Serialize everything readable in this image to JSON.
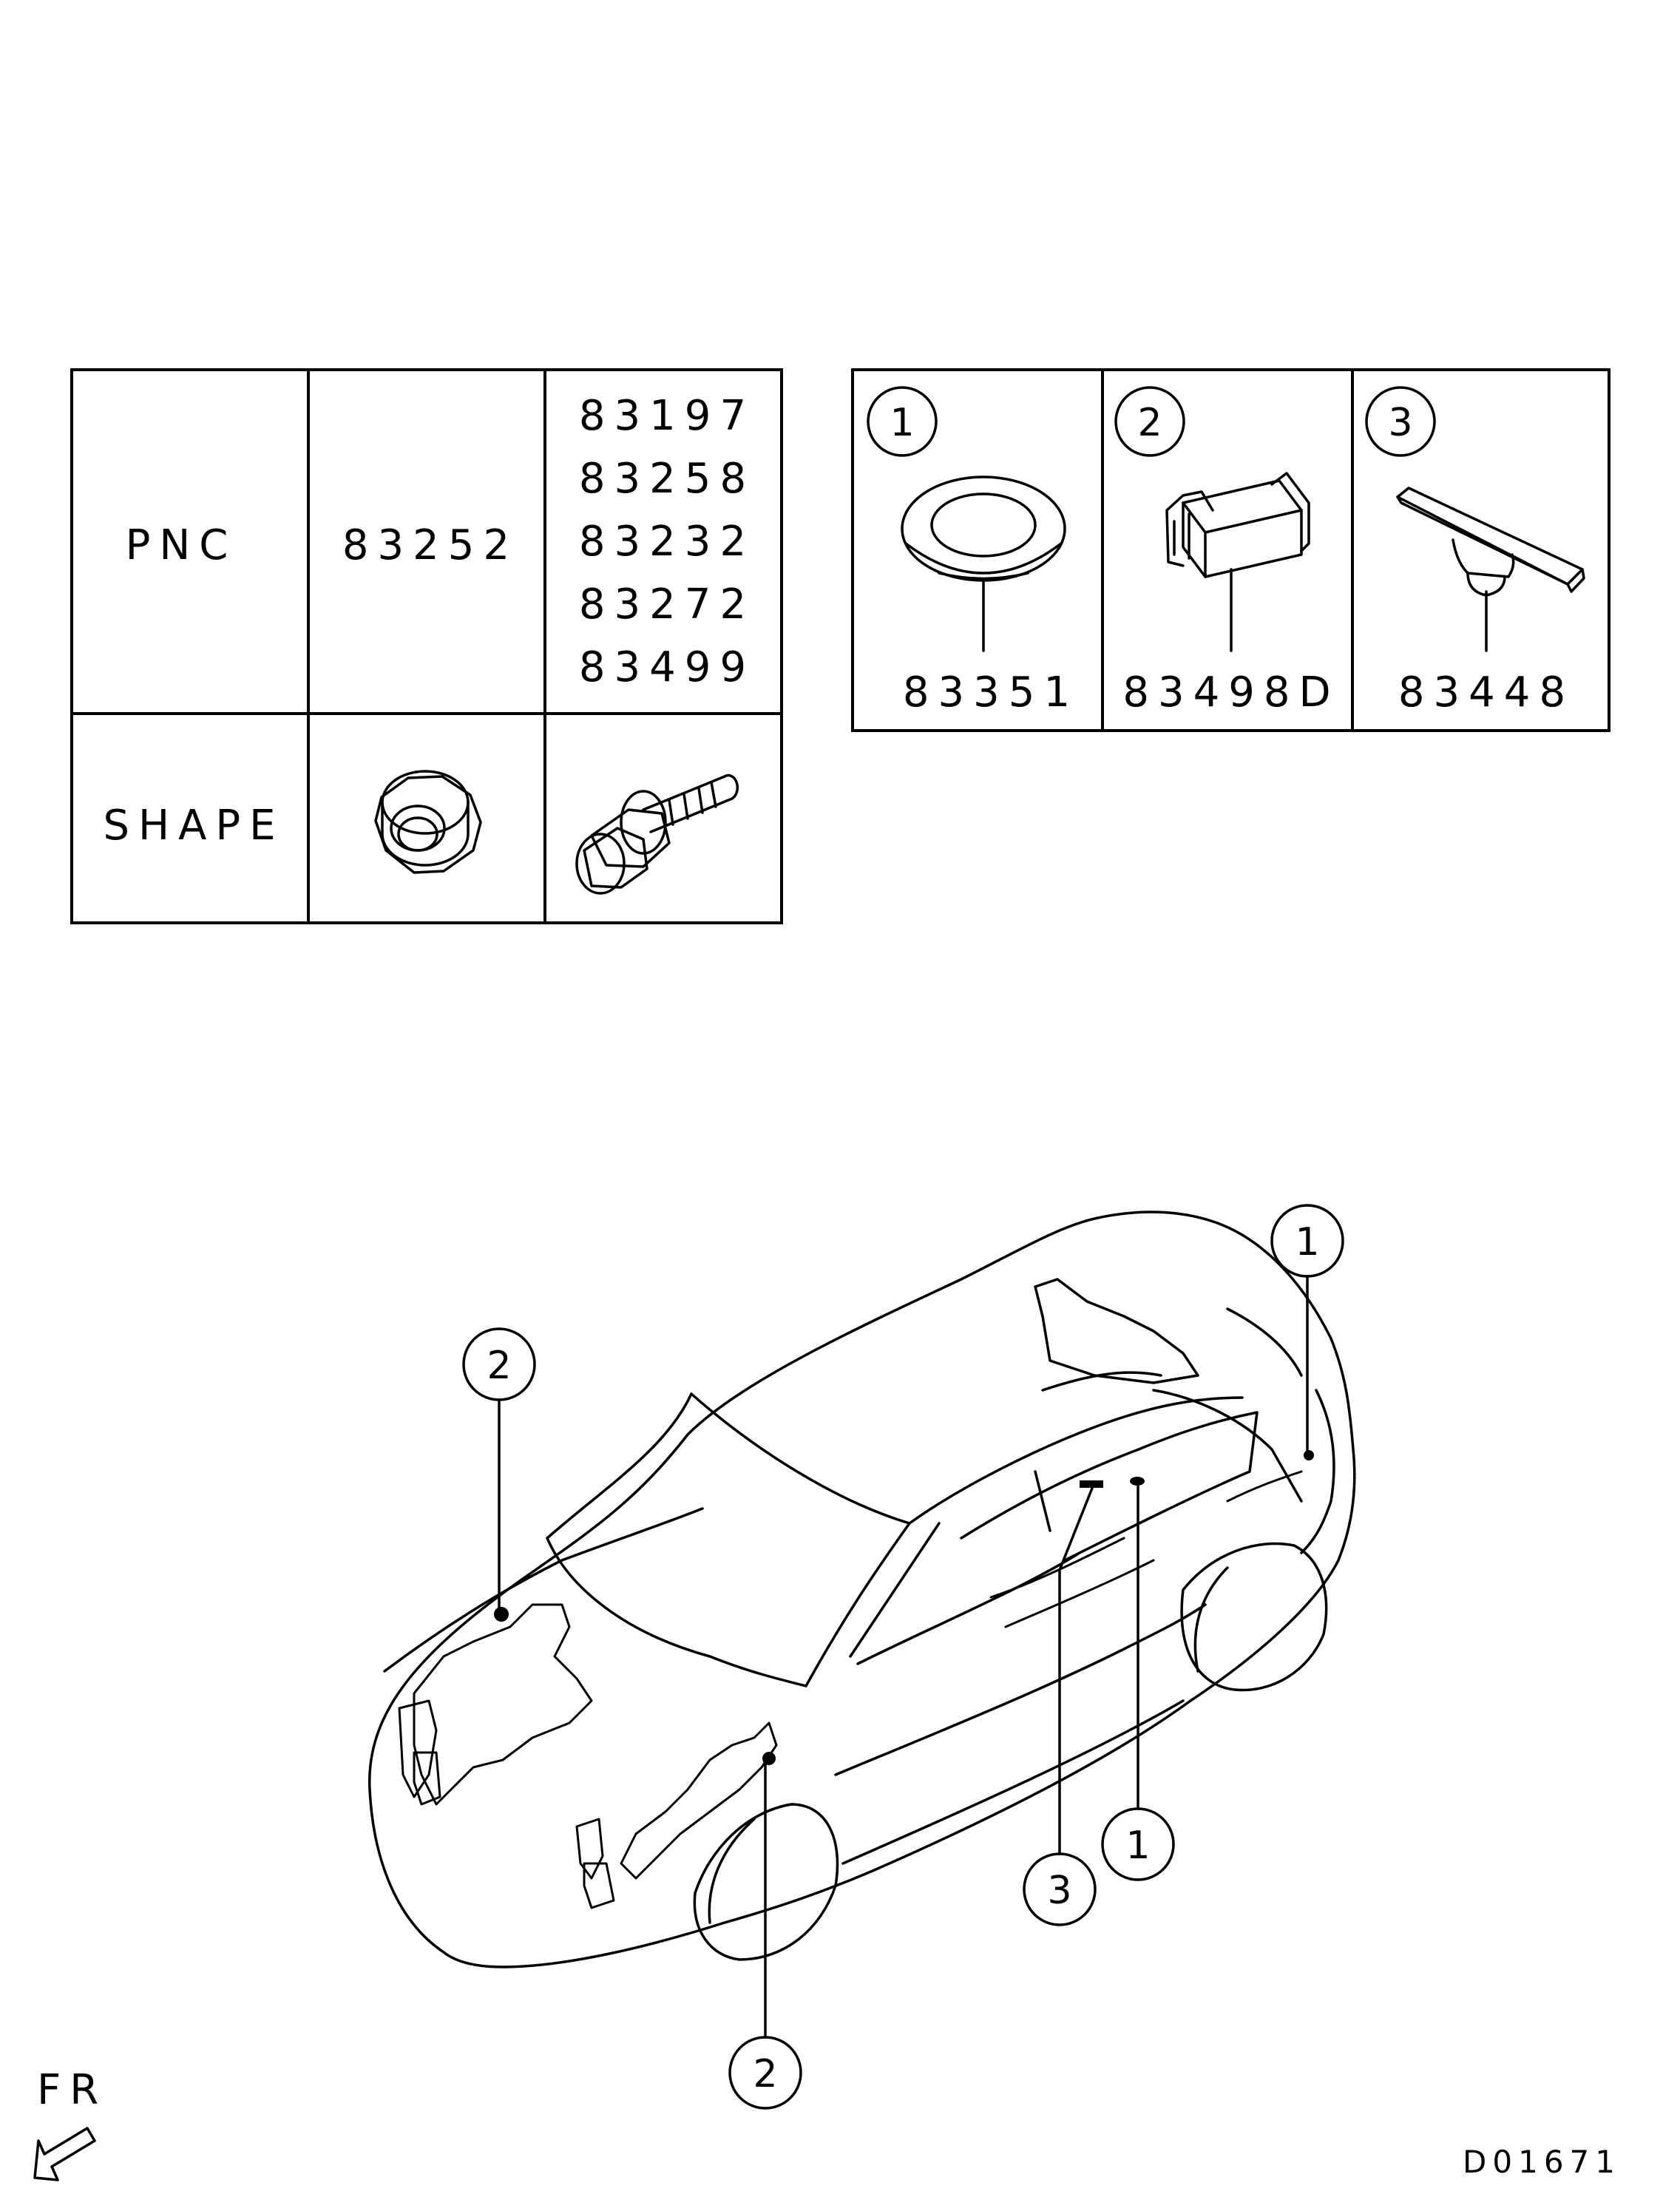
{
  "pnc_table": {
    "row_labels": {
      "pnc": "PNC",
      "shape": "SHAPE"
    },
    "col1_pnc": "83252",
    "col2_pnc": [
      "83197",
      "83258",
      "83232",
      "83272",
      "83499"
    ],
    "shape_icons": [
      "nut-icon",
      "bolt-icon"
    ]
  },
  "parts_table": [
    {
      "num": "1",
      "pnc": "83351",
      "icon": "grommet-icon"
    },
    {
      "num": "2",
      "pnc": "83498D",
      "icon": "connector-icon"
    },
    {
      "num": "3",
      "pnc": "83448",
      "icon": "clip-strip-icon"
    }
  ],
  "callouts": {
    "top_right": "1",
    "left_upper": "2",
    "bottom_left": "2",
    "bottom_mid_3": "3",
    "bottom_mid_1": "1"
  },
  "orientation_label": "FR",
  "drawing_code": "D01671"
}
